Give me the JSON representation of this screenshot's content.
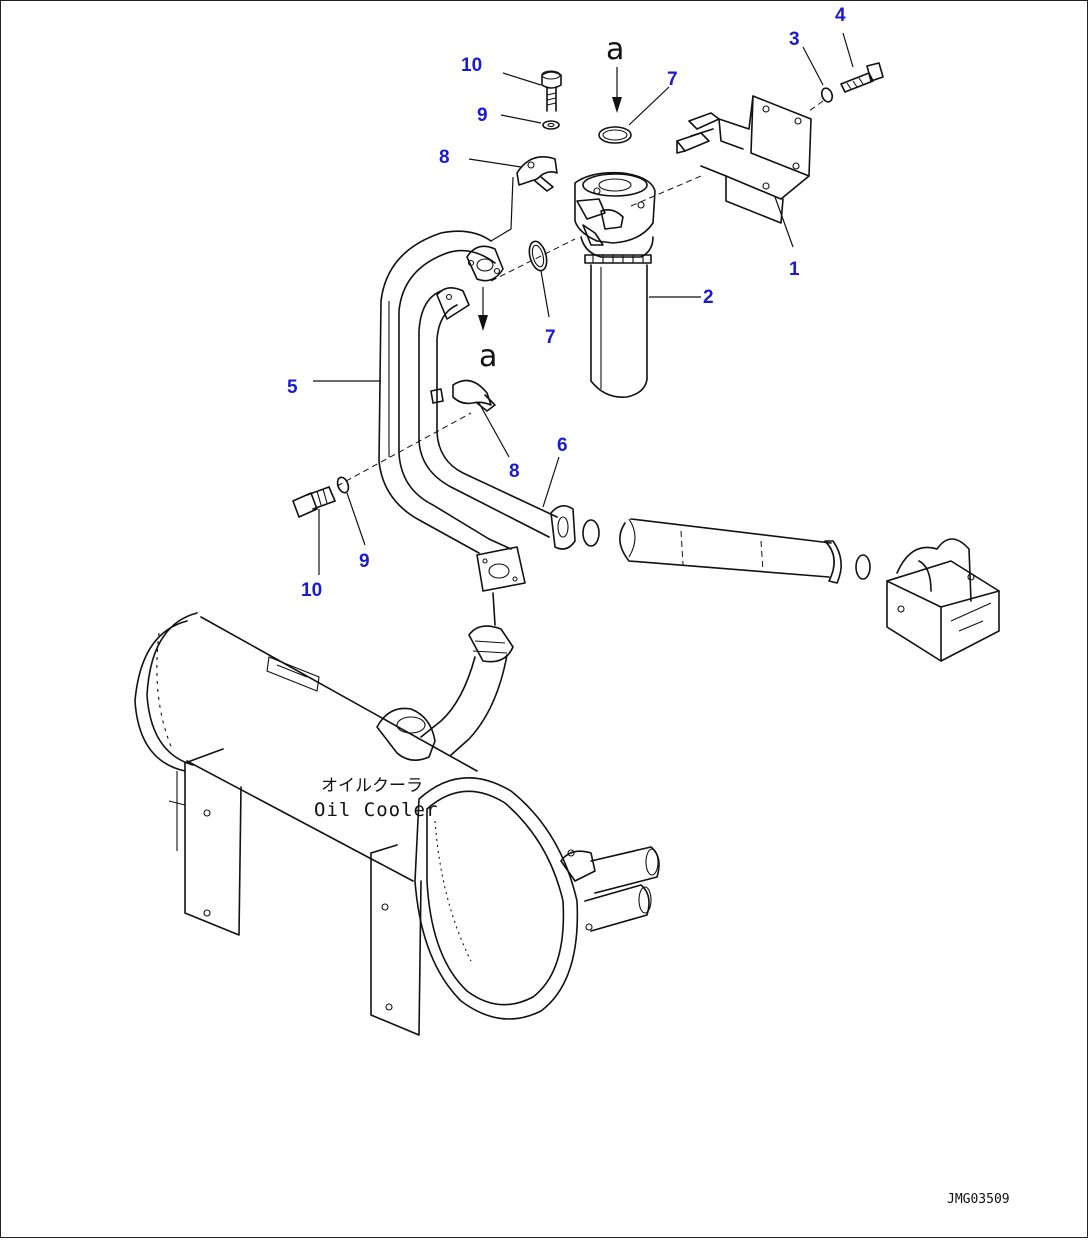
{
  "diagram": {
    "callouts": {
      "bracket": "1",
      "filter": "2",
      "washer_top": "3",
      "bolt_top": "4",
      "tube_main": "5",
      "tube_outlet": "6",
      "oring_top": "7",
      "oring_mid": "7",
      "clamp_top": "8",
      "clamp_bottom": "8",
      "washer_upper": "9",
      "washer_lower": "9",
      "bolt_upper": "10",
      "bolt_lower": "10"
    },
    "reference_mark_top": "a",
    "reference_mark_mid": "a",
    "oil_cooler_label_jp": "オイルクーラ",
    "oil_cooler_label_en": "Oil Cooler",
    "drawing_code": "JMG03509",
    "colors": {
      "callout": "#1a1ad6",
      "line": "#111111"
    }
  }
}
